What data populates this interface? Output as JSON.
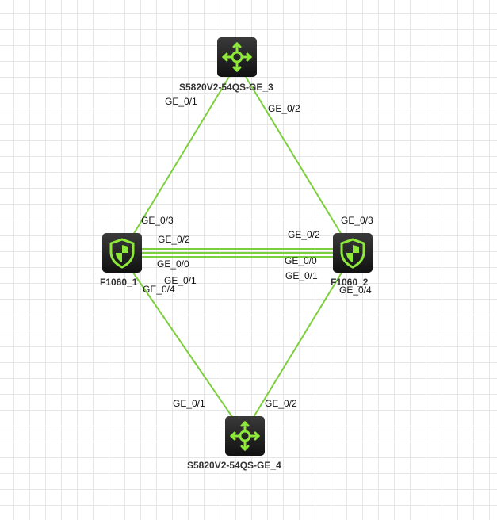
{
  "colors": {
    "link": "#7ccf3c",
    "icon": "#8ee83a"
  },
  "devices": {
    "s3": {
      "name": "S5820V2-54QS-GE_3",
      "type": "switch"
    },
    "s4": {
      "name": "S5820V2-54QS-GE_4",
      "type": "switch"
    },
    "f1": {
      "name": "F1060_1",
      "type": "firewall"
    },
    "f2": {
      "name": "F1060_2",
      "type": "firewall"
    }
  },
  "ports": {
    "s3_f1": "GE_0/1",
    "s3_f2": "GE_0/2",
    "f1_s3": "GE_0/3",
    "f2_s3": "GE_0/3",
    "f1_a": "GE_0/2",
    "f2_a": "GE_0/2",
    "f1_b": "GE_0/0",
    "f2_b": "GE_0/0",
    "f1_c": "GE_0/1",
    "f2_c": "GE_0/1",
    "f1_s4": "GE_0/4",
    "f2_s4": "GE_0/4",
    "s4_f1": "GE_0/1",
    "s4_f2": "GE_0/2"
  }
}
